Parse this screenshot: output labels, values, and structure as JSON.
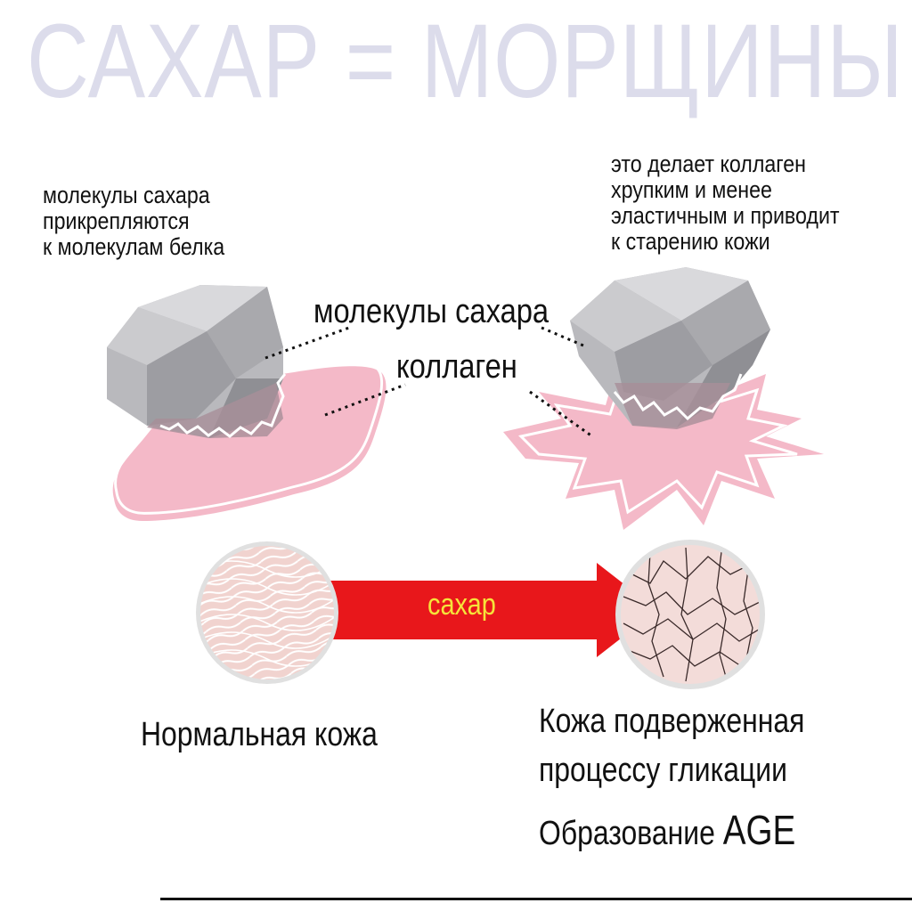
{
  "title": "САХАР = МОРЩИНЫ",
  "left_caption": "молекулы сахара\nприкрепляются\nк молекулам белка",
  "right_caption": "это делает коллаген\nхрупким и менее\nэластичным и приводит\nк старению кожи",
  "label_sugar": "молекулы сахара",
  "label_collagen": "коллаген",
  "arrow_label": "сахар",
  "normal_skin": "Нормальная кожа",
  "glycated_skin_line1": "Кожа подверженная",
  "glycated_skin_line2": "процессу гликации",
  "age_prefix": "Образование",
  "age_word": "AGE",
  "colors": {
    "title": "#dcdceb",
    "collagen_pink": "#f4b9c8",
    "sugar_gray": "#b8b8bc",
    "arrow_red": "#e8171b",
    "arrow_text": "#f6e33a"
  }
}
